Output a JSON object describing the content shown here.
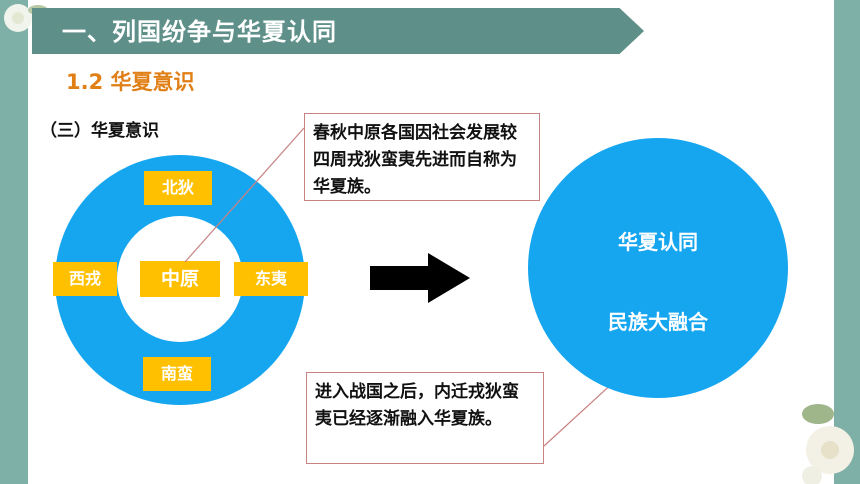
{
  "title": "一、列国纷争与华夏认同",
  "subtitle": "1.2  华夏意识",
  "section": "（三）华夏意识",
  "ring": {
    "north": "北狄",
    "west": "西戎",
    "center": "中原",
    "east": "东夷",
    "south": "南蛮"
  },
  "callouts": {
    "top": "春秋中原各国因社会发展较四周戎狄蛮夷先进而自称为华夏族。",
    "bottom": "进入战国之后，内迁戎狄蛮夷已经逐渐融入华夏族。"
  },
  "result": {
    "line1": "华夏认同",
    "line2": "民族大融合"
  },
  "colors": {
    "accent_blue": "#16a6f0",
    "tag_yellow": "#ffc000",
    "title_bar": "#5e9089",
    "subtitle_orange": "#e07f16"
  },
  "icons": [
    "arrow-right-icon",
    "flower-decoration-icon"
  ]
}
